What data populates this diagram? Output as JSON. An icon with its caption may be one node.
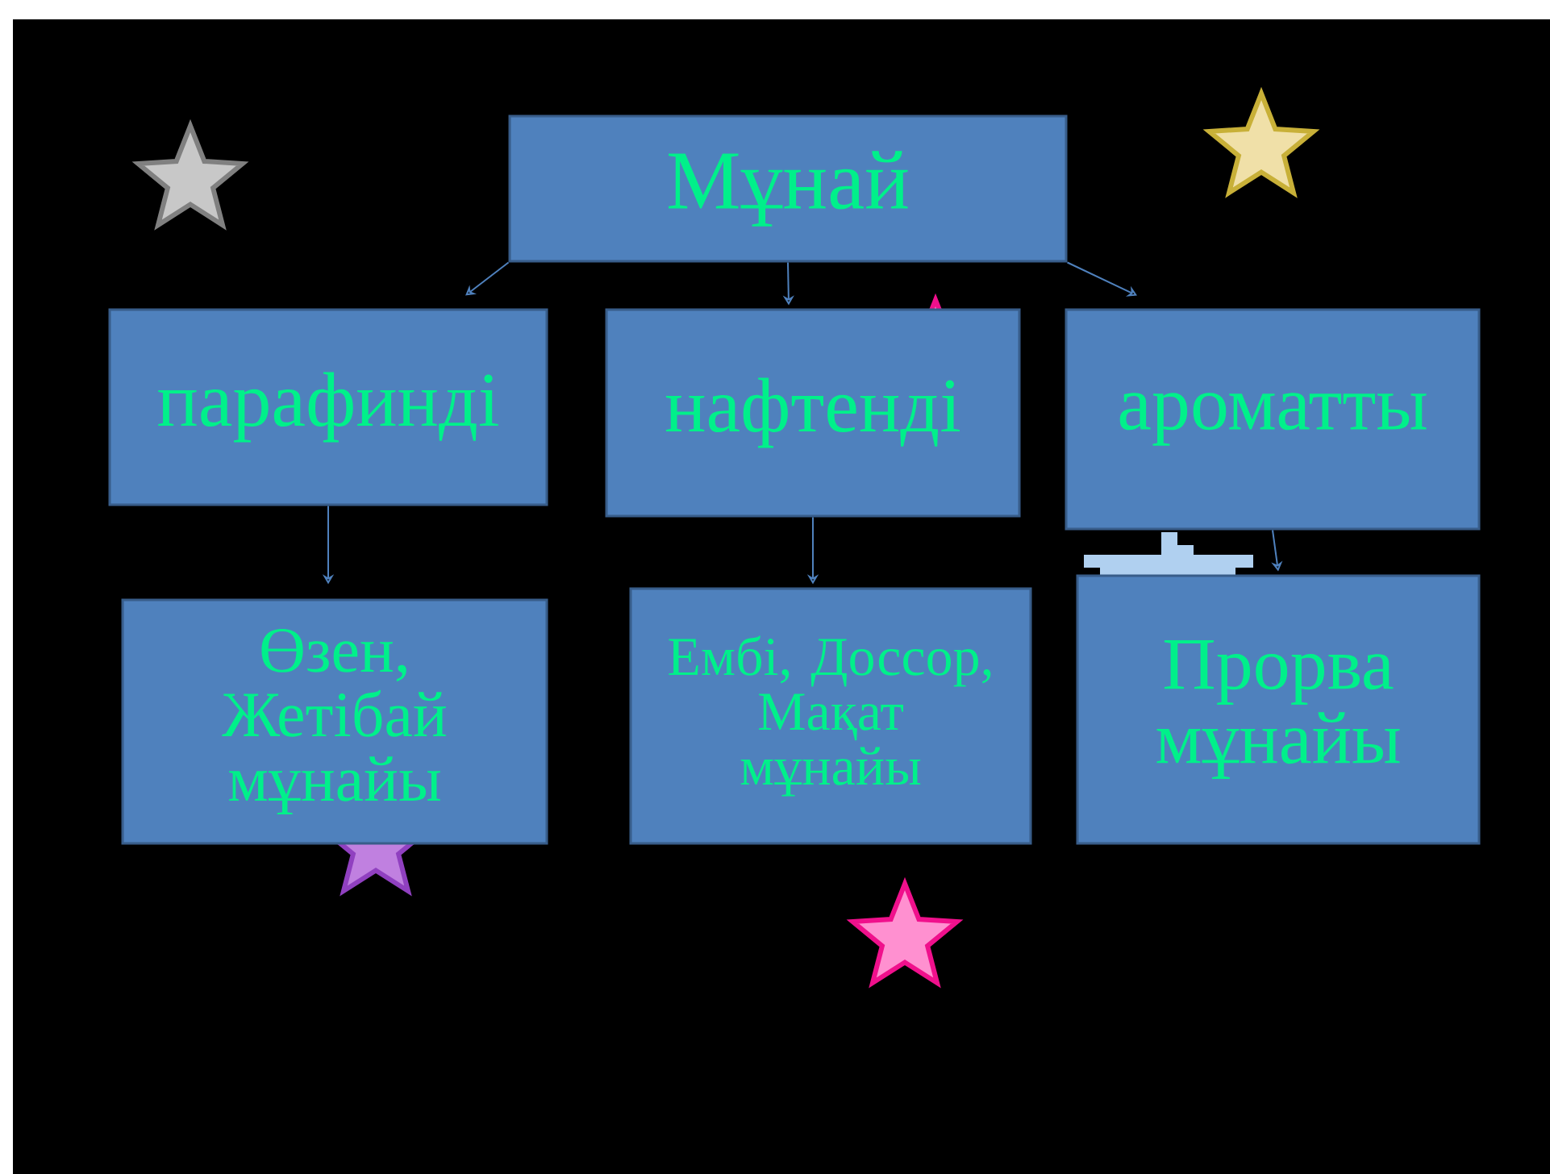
{
  "diagram": {
    "nodes": [
      {
        "text": [
          "Мұнай"
        ]
      },
      {
        "text": [
          "парафинді"
        ]
      },
      {
        "text": [
          "нафтенді"
        ]
      },
      {
        "text": [
          "ароматты"
        ]
      },
      {
        "text": [
          "Өзен, Жетібай мұнайы"
        ]
      },
      {
        "text": [
          "Ембі, Доссор, Мақат мұнайы"
        ]
      },
      {
        "text": [
          "Прорва мұнайы"
        ]
      }
    ],
    "edges": [
      {
        "from": 0,
        "to": 1,
        "arrow": "to"
      },
      {
        "from": 0,
        "to": 2,
        "arrow": "to"
      },
      {
        "from": 0,
        "to": 3,
        "arrow": "to"
      },
      {
        "from": 1,
        "to": 4,
        "arrow": "to"
      },
      {
        "from": 2,
        "to": 5,
        "arrow": "to"
      },
      {
        "from": 3,
        "to": 6,
        "arrow": "to"
      }
    ]
  }
}
